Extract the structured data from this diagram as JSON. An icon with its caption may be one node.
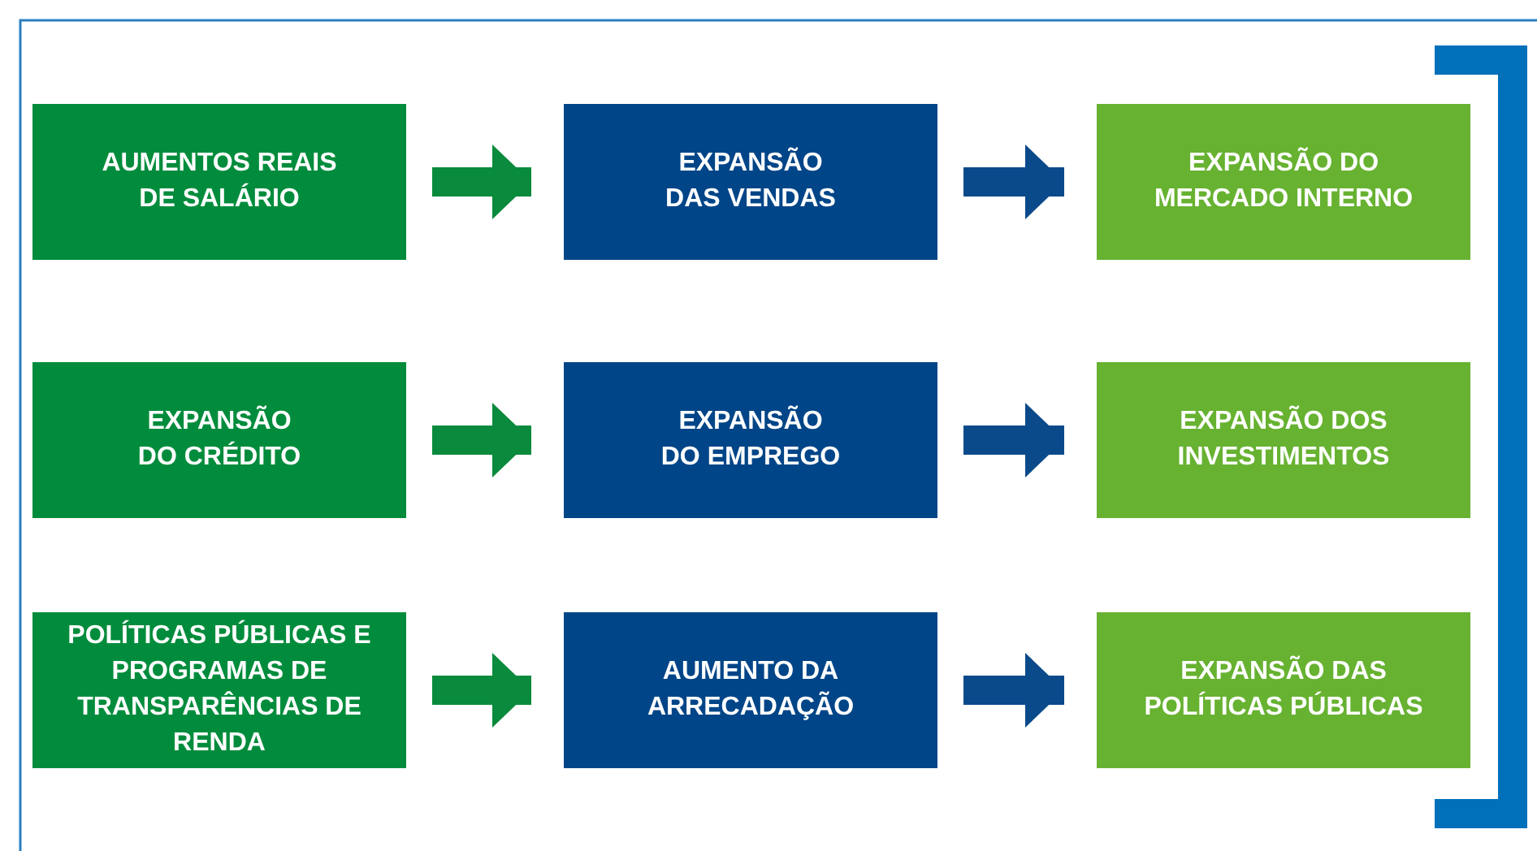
{
  "diagram": {
    "nodes": [
      {
        "text": [
          "AUMENTOS REAIS DE SALÁRIO"
        ]
      },
      {
        "text": [
          "EXPANSÃO DAS VENDAS"
        ]
      },
      {
        "text": [
          "EXPANSÃO DO MERCADO INTERNO"
        ]
      },
      {
        "text": [
          "EXPANSÃO DO CRÉDITO"
        ]
      },
      {
        "text": [
          "EXPANSÃO DO EMPREGO"
        ]
      },
      {
        "text": [
          "EXPANSÃO DOS INVESTIMENTOS"
        ]
      },
      {
        "text": [
          "POLÍTICAS PÚBLICAS E PROGRAMAS DE TRANSPARÊNCIAS DE RENDA"
        ]
      },
      {
        "text": [
          "AUMENTO DA ARRECADAÇÃO"
        ]
      },
      {
        "text": [
          "EXPANSÃO DAS POLÍTICAS PÚBLICAS"
        ]
      }
    ],
    "edges": [
      {
        "from": 0,
        "to": 1,
        "arrow": "to",
        "color": "#0a8a3c"
      },
      {
        "from": 1,
        "to": 2,
        "arrow": "to",
        "color": "#0b4a8a"
      },
      {
        "from": 3,
        "to": 4,
        "arrow": "to",
        "color": "#0a8a3c"
      },
      {
        "from": 4,
        "to": 5,
        "arrow": "to",
        "color": "#0b4a8a"
      },
      {
        "from": 6,
        "to": 7,
        "arrow": "to",
        "color": "#0a8a3c"
      },
      {
        "from": 7,
        "to": 8,
        "arrow": "to",
        "color": "#0b4a8a"
      }
    ]
  }
}
